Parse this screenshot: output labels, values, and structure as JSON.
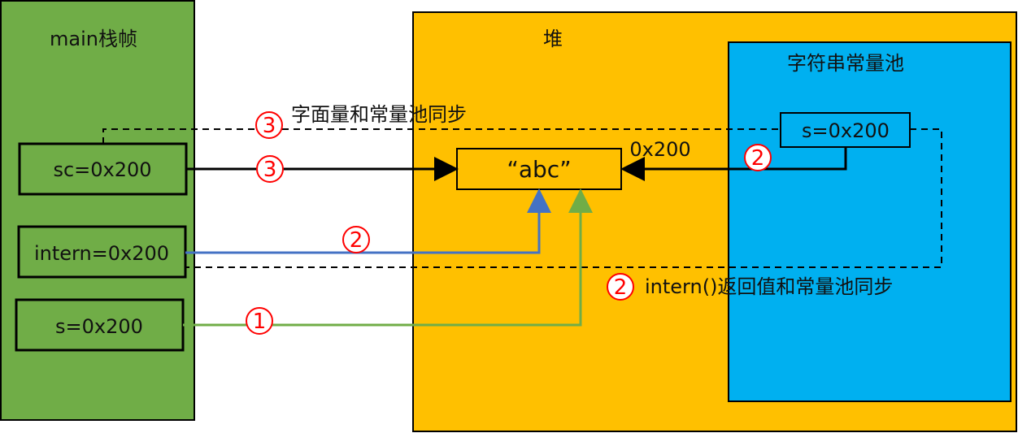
{
  "stack": {
    "title": "main栈帧",
    "vars": [
      "sc=0x200",
      "intern=0x200",
      "s=0x200"
    ]
  },
  "heap": {
    "title": "堆",
    "object": "“abc”",
    "address": "0x200"
  },
  "pool": {
    "title": "字符串常量池",
    "entry": "s=0x200"
  },
  "steps": {
    "one": "1",
    "two_a": "2",
    "two_b": "2",
    "two_c": "2",
    "three_a": "3",
    "three_b": "3"
  },
  "annotations": {
    "literal_sync": "字面量和常量池同步",
    "intern_sync": "intern()返回值和常量池同步"
  },
  "colors": {
    "stack": "#70AD47",
    "heap": "#FFC000",
    "pool": "#00B0F0",
    "step": "#FF0000",
    "blue_line": "#4472C4",
    "green_line": "#70AD47"
  }
}
